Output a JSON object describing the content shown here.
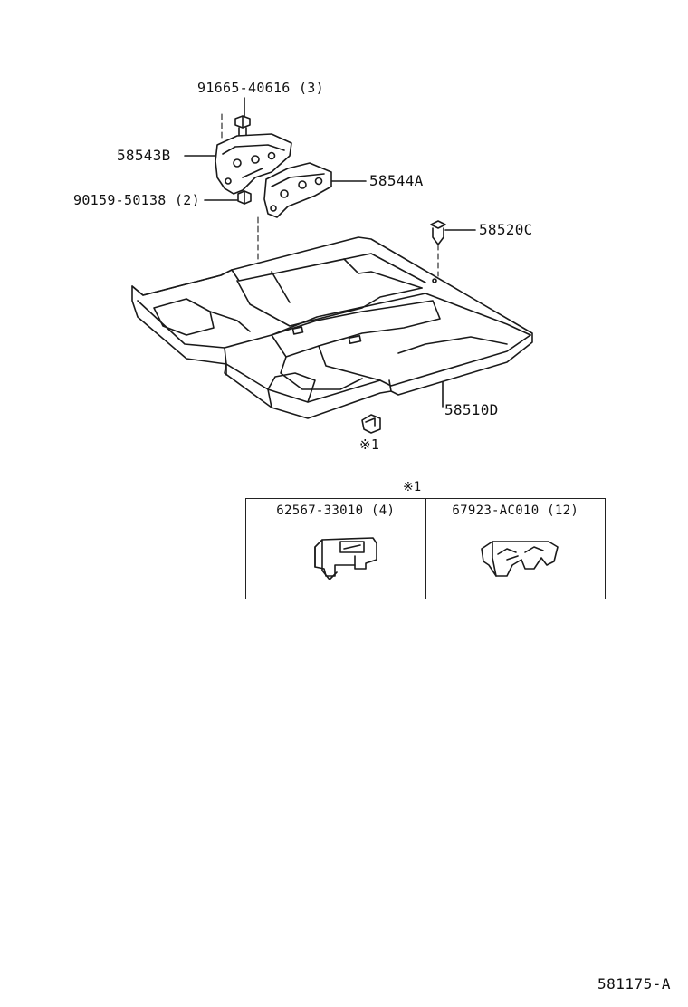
{
  "callouts": {
    "bolt_top": "91665-40616 (3)",
    "bracket_left": "58543B",
    "bracket_right": "58544A",
    "bolt_lower": "90159-50138 (2)",
    "clip": "58520C",
    "floor_carpet": "58510D",
    "clip_note_ref": "※1"
  },
  "detail_table": {
    "heading": "※1",
    "columns": [
      {
        "part_number": "62567-33010 (4)"
      },
      {
        "part_number": "67923-AC010 (12)"
      }
    ]
  },
  "figure_code": "581175-A"
}
